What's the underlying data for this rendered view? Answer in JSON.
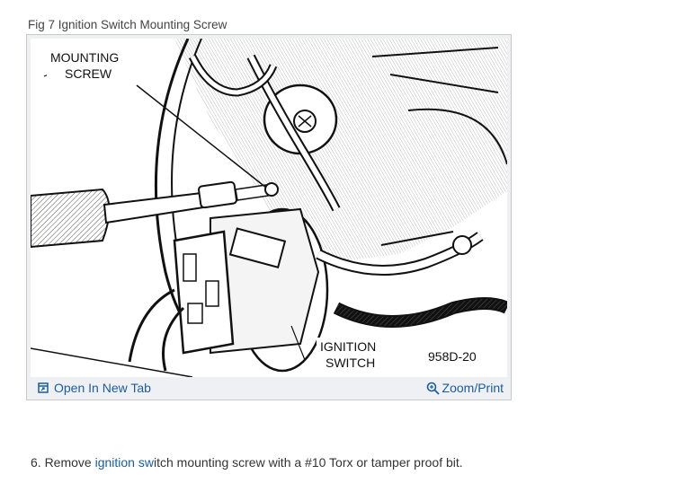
{
  "caption": "Fig 7 Ignition Switch Mounting Screw",
  "figure": {
    "label_mounting_line1": "MOUNTING",
    "label_mounting_line2": "SCREW",
    "label_ignition_line1": "IGNITION",
    "label_ignition_line2": "SWITCH",
    "figure_code": "958D-20"
  },
  "toolbar": {
    "open_new_tab": "Open In New Tab",
    "zoom_print": "Zoom/Print"
  },
  "step": {
    "number": "6. Remove ",
    "link1": "ignition",
    "space": " ",
    "link2": "sw",
    "rest": "itch mounting screw with a #10 Torx or tamper proof bit."
  },
  "colors": {
    "link": "#1a5c9e",
    "border": "#c9c9c9",
    "toolbar_bg": "#eef0f3"
  }
}
